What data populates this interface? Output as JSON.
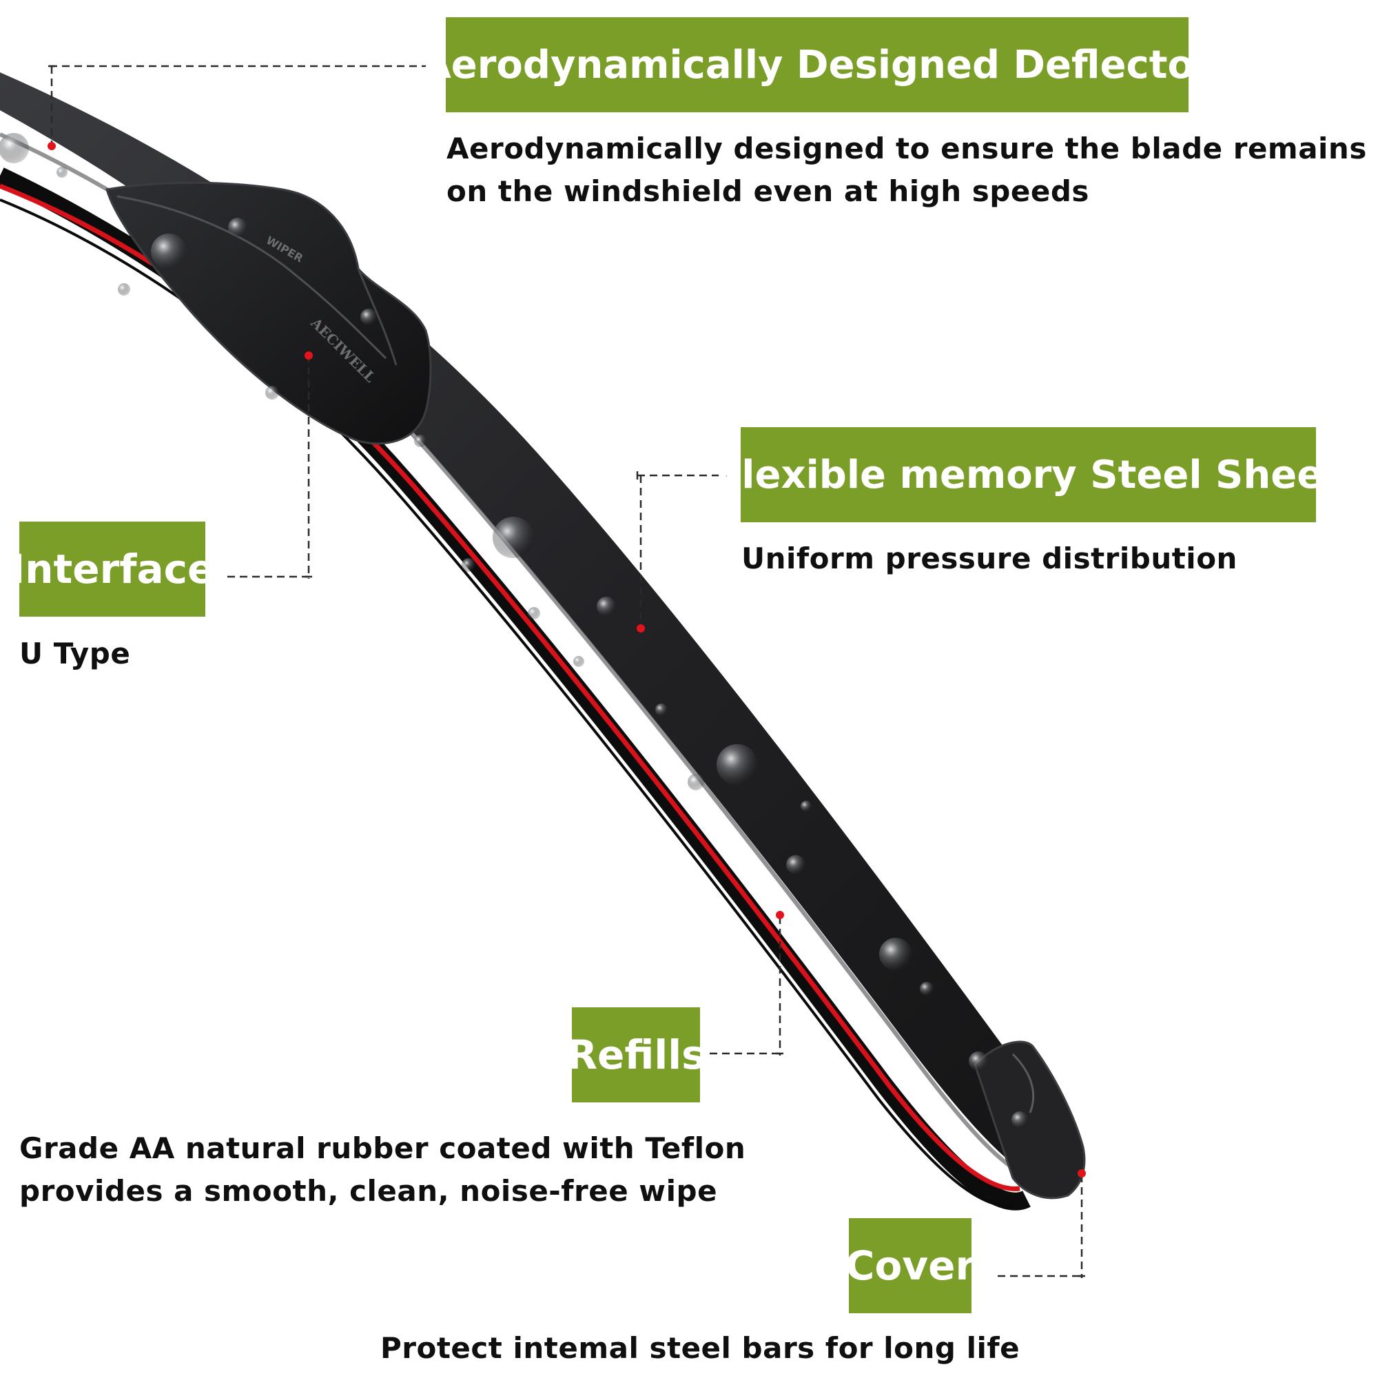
{
  "theme": {
    "label_bg": "#7a9e28",
    "label_text": "#ffffff",
    "body_text": "#0f0f0f",
    "accent_red": "#d8121a",
    "blade_color": "#1e1e20"
  },
  "blade": {
    "brand_text": "AECIWELL",
    "wiper_text": "WIPER"
  },
  "callouts": {
    "deflector": {
      "label": "Aerodynamically Designed Deflector",
      "line1": "Aerodynamically designed to ensure the blade remains",
      "line2": "on the windshield even at high speeds"
    },
    "steel_sheet": {
      "label": "Flexible memory Steel Sheet",
      "line1": "Uniform pressure distribution"
    },
    "interface": {
      "label": "Interface",
      "line1": "U Type"
    },
    "refills": {
      "label": "Refills",
      "line1": "Grade AA natural rubber coated with Teflon",
      "line2": "provides a smooth, clean, noise-free wipe"
    },
    "cover": {
      "label": "Cover",
      "line1": "Protect intemal steel bars for long life"
    }
  }
}
